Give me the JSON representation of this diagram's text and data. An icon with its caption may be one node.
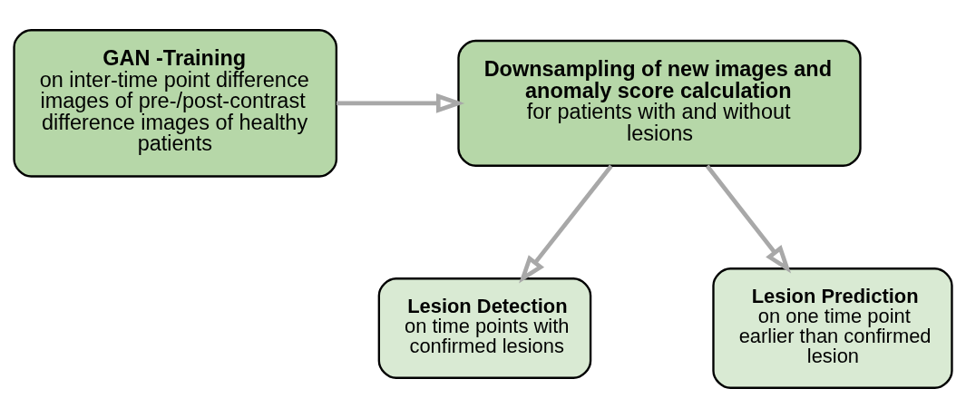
{
  "diagram": {
    "nodes": [
      {
        "text": [
          "GAN -Training",
          "on inter-time point difference images of pre-/post-contrast difference images of healthy patients"
        ]
      },
      {
        "text": [
          "Downsampling of new images and anomaly score calculation",
          "for patients with and without lesions"
        ]
      },
      {
        "text": [
          "Lesion Detection",
          "on time points with confirmed lesions"
        ]
      },
      {
        "text": [
          "Lesion Prediction",
          "on one time point earlier than confirmed lesion"
        ]
      }
    ],
    "edges": [
      {
        "from": 0,
        "to": 1,
        "arrow": "to"
      },
      {
        "from": 1,
        "to": 2,
        "arrow": "to"
      },
      {
        "from": 1,
        "to": 3,
        "arrow": "to"
      }
    ]
  }
}
